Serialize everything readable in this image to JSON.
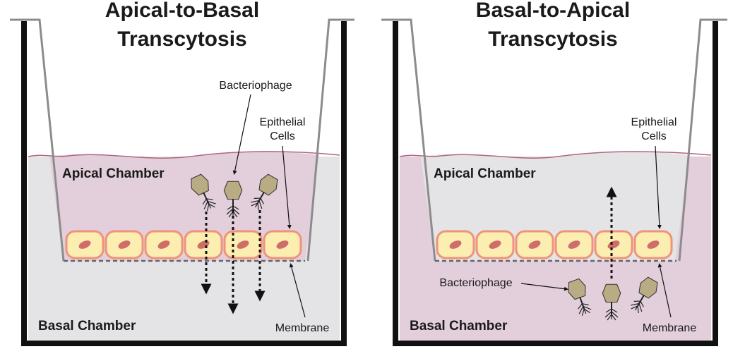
{
  "panels": [
    {
      "id": "left",
      "title_line1": "Apical-to-Basal",
      "title_line2": "Transcytosis",
      "apical_label": "Apical Chamber",
      "basal_label": "Basal Chamber",
      "bacteriophage_label": "Bacteriophage",
      "epithelial_label_line1": "Epithelial",
      "epithelial_label_line2": "Cells",
      "membrane_label": "Membrane",
      "insert_fill": "#e3cfdb",
      "well_fill": "#e4e4e6"
    },
    {
      "id": "right",
      "title_line1": "Basal-to-Apical",
      "title_line2": "Transcytosis",
      "apical_label": "Apical Chamber",
      "basal_label": "Basal Chamber",
      "bacteriophage_label": "Bacteriophage",
      "epithelial_label_line1": "Epithelial",
      "epithelial_label_line2": "Cells",
      "membrane_label": "Membrane",
      "insert_fill": "#e4e4e6",
      "well_fill": "#e3cfdb"
    }
  ],
  "colors": {
    "cell_fill": "#fbeeb0",
    "cell_stroke": "#f0927c",
    "nucleus": "#cf6e68",
    "phage_head": "#b9ab84",
    "wall": "#111111",
    "liquid_line": "#b0657e",
    "insert_wall": "#8c8c8c"
  }
}
